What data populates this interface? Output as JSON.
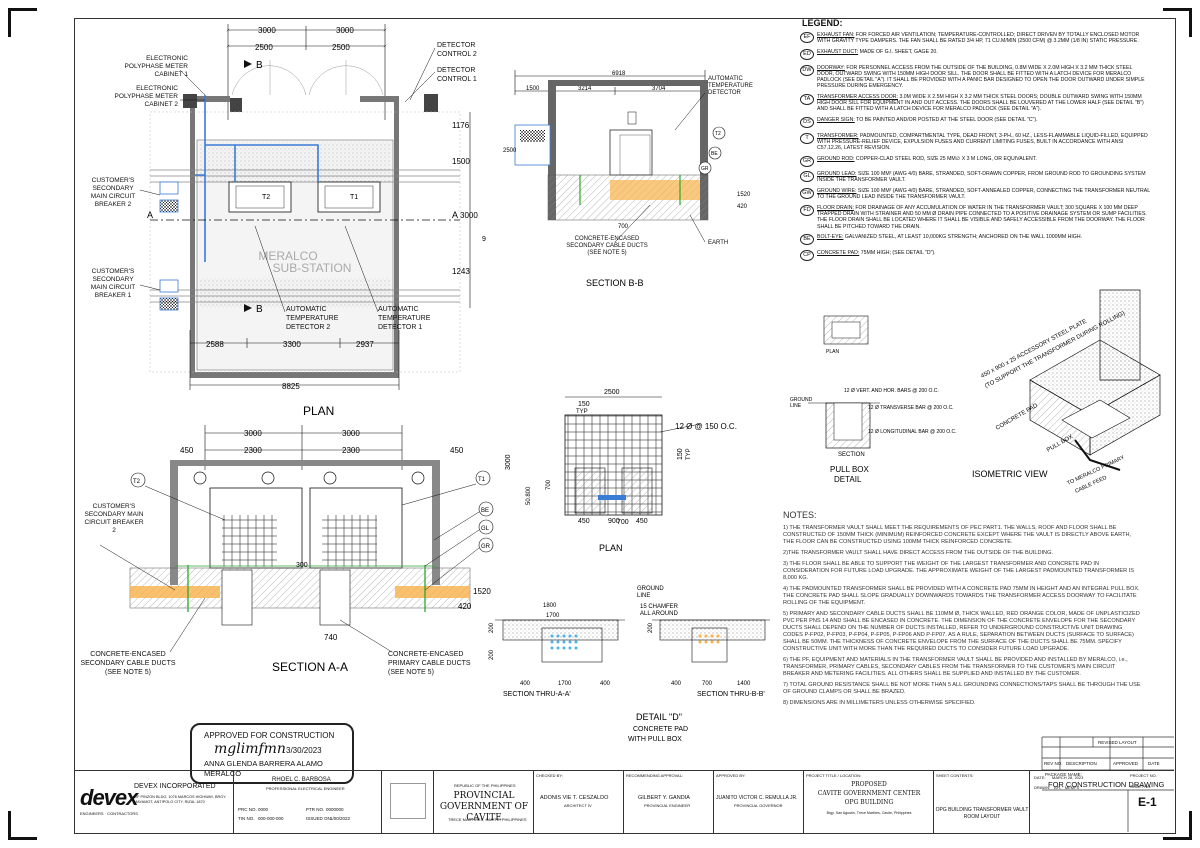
{
  "plan": {
    "title": "PLAN",
    "dims_top": [
      "3000",
      "3000",
      "2500",
      "2500"
    ],
    "dims_bottom": [
      "2588",
      "3300",
      "2937"
    ],
    "overall": "8825",
    "side_dims": [
      "1176",
      "1500",
      "3000",
      "1243",
      "9"
    ],
    "callouts": {
      "meter2": "ELECTRONIC POLYPHASE METER CABINET 1",
      "meter1": "ELECTRONIC POLYPHASE METER CABINET 2",
      "det2": "DETECTOR CONTROL 2",
      "det1": "DETECTOR CONTROL 1",
      "cb2": "CUSTOMER'S SECONDARY MAIN CIRCUIT BREAKER 2",
      "cb1": "CUSTOMER'S SECONDARY MAIN CIRCUIT BREAKER 1",
      "atd2": "AUTOMATIC TEMPERATURE DETECTOR 2",
      "atd1": "AUTOMATIC TEMPERATURE DETECTOR 1"
    },
    "watermark": "MERALCO SUB-STATION",
    "t2": "T2",
    "t1": "T1",
    "sec_a": "A",
    "sec_b": "B"
  },
  "section_bb": {
    "title": "SECTION B-B",
    "dims": [
      "6918",
      "1500",
      "3214",
      "3704",
      "2500",
      "1520",
      "420",
      "700"
    ],
    "callouts": {
      "atd": "AUTOMATIC TEMPERATURE DETECTOR",
      "duct": "CONCRETE-ENCASED SECONDARY CABLE DUCTS (SEE NOTE 5)",
      "earth": "EARTH"
    },
    "tags": [
      "T2",
      "BE",
      "GR"
    ]
  },
  "section_aa": {
    "title": "SECTION A-A",
    "dims": [
      "3000",
      "3000",
      "2300",
      "2300",
      "450",
      "450",
      "1520",
      "420",
      "740",
      "300"
    ],
    "callouts": {
      "cb2": "CUSTOMER'S SECONDARY MAIN CIRCUIT BREAKER 2",
      "sec_duct": "CONCRETE-ENCASED SECONDARY CABLE DUCTS (SEE NOTE 5)",
      "pri_duct": "CONCRETE-ENCASED PRIMARY CABLE DUCTS (SEE NOTE 5)"
    },
    "tags": [
      "T2",
      "T1",
      "BE",
      "GL",
      "GR"
    ]
  },
  "pad_plan": {
    "title": "PLAN",
    "dims": [
      "2500",
      "150",
      "TYP",
      "3000",
      "50.800",
      "700",
      "700",
      "450",
      "900",
      "450",
      "150",
      "TYP"
    ],
    "note": "12 Ø @ 150 O.C."
  },
  "detail_d": {
    "title": "DETAIL \"D\"",
    "sub1": "CONCRETE PAD",
    "sub2": "WITH PULL BOX",
    "sec1": "SECTION THRU-A-A'",
    "sec2": "SECTION THRU-B-B'",
    "dims1": [
      "1800",
      "1700",
      "400",
      "1700",
      "400",
      "200",
      "200"
    ],
    "dims2": [
      "400",
      "700",
      "1400",
      "200"
    ],
    "callouts": {
      "ground": "GROUND LINE",
      "chamfer": "15 CHAMFER ALL AROUND"
    }
  },
  "pull_box": {
    "title": "PULL BOX",
    "sub": "DETAIL",
    "plan": "PLAN",
    "section": "SECTION",
    "ground": "GROUND LINE",
    "bars1": "12 Ø VERT. AND HOR. BARS @ 200 O.C.",
    "bars2": "12 Ø TRANSVERSE BAR @ 200 O.C.",
    "bars3": "12 Ø LONGITUDINAL BAR @ 200 O.C."
  },
  "isometric": {
    "title": "ISOMETRIC VIEW",
    "plate": "450 x 900 x 25 ACCESSORY STEEL PLATE (TO SUPPORT THE TRANSFORMER DURING ROLLING)",
    "pad": "CONCRETE PAD",
    "pullbox": "PULL BOX",
    "primary": "TO MERALCO PRIMARY CABLE FEED"
  },
  "legend": {
    "title": "LEGEND:",
    "items": [
      {
        "code": "EF",
        "term": "EXHAUST FAN:",
        "text": " FOR FORCED AIR VENTILATION; TEMPERATURE-CONTROLLED; DIRECT DRIVEN BY TOTALLY ENCLOSED MOTOR WITH GRAVITY TYPE DAMPERS. THE FAN SHALL BE RATED 3/4 HP, 71 CU.M/MIN (2500 CFM) @ 3.2MM (1/8 IN) STATIC PRESSURE."
      },
      {
        "code": "ED",
        "term": "EXHAUST DUCT:",
        "text": " MADE OF G.I. SHEET, GAGE 20."
      },
      {
        "code": "DW",
        "term": "DOORWAY:",
        "text": " FOR PERSONNEL ACCESS FROM THE OUTSIDE OF THE BUILDING, 0.8M WIDE X 2.0M HIGH X 3.2 MM THICK STEEL DOOR, OUTWARD SWING WITH 150MM HIGH DOOR SILL. THE DOOR SHALL BE FITTED WITH A LATCH DEVICE FOR MERALCO PADLOCK (SEE DETAIL \"A\"). IT SHALL BE PROVIDED WITH A PANIC BAR DESIGNED TO OPEN THE DOOR OUTWARD UNDER SIMPLE PRESSURE DURING EMERGENCY."
      },
      {
        "code": "TA",
        "term": "TRANSFORMER ACCESS DOOR:",
        "text": " 3.0M WIDE X 2.5M HIGH X 3.2 MM THICK STEEL DOORS; DOUBLE OUTWARD SWING WITH 150MM HIGH DOOR SILL FOR EQUIPMENT IN AND OUT ACCESS. THE DOORS SHALL BE LOUVERED AT THE LOWER HALF (SEE DETAIL \"B\") AND SHALL BE FITTED WITH A LATCH DEVICE FOR MERALCO PADLOCK (SEE DETAIL \"A\")."
      },
      {
        "code": "DS",
        "term": "DANGER SIGN:",
        "text": " TO BE PAINTED AND/OR POSTED AT THE STEEL DOOR (SEE DETAIL \"C\")."
      },
      {
        "code": "T",
        "term": "TRANSFORMER:",
        "text": " PADMOUNTED, COMPARTMENTAL TYPE, DEAD FRONT, 3-PH., 60 HZ., LESS-FLAMMABLE LIQUID-FILLED, EQUIPPED WITH PRESSURE-RELIEF DEVICE, EXPULSION FUSES AND CURRENT LIMITING FUSES, BUILT IN ACCORDANCE WITH ANSI C57.12.26, LATEST REVISION."
      },
      {
        "code": "GR",
        "term": "GROUND ROD:",
        "text": " COPPER-CLAD STEEL ROD, SIZE 25 MM∅ X 3 M LONG, OR EQUIVALENT."
      },
      {
        "code": "GL",
        "term": "GROUND LEAD:",
        "text": " SIZE 100 MM² (AWG 4/0) BARE, STRANDED, SOFT-DRAWN COPPER, FROM GROUND ROD TO GROUNDING SYSTEM INSIDE THE TRANSFORMER VAULT."
      },
      {
        "code": "GW",
        "term": "GROUND WIRE:",
        "text": " SIZE 100 MM² (AWG 4/0) BARE, STRANDED, SOFT-ANNEALED COPPER, CONNECTING THE TRANSFORMER NEUTRAL TO THE GROUND LEAD INSIDE THE TRANSFORMER VAULT."
      },
      {
        "code": "FD",
        "term": "FLOOR DRAIN:",
        "text": " FOR DRAINAGE OF ANY ACCUMULATION OF WATER IN THE TRANSFORMER VAULT; 300 SQUARE X 100 MM DEEP TRAPPED DRAIN WITH STRAINER AND 50 MM Ø DRAIN PIPE CONNECTED TO A POSITIVE DRAINAGE SYSTEM OR SUMP FACILITIES. THE FLOOR DRAIN SHALL BE LOCATED WHERE IT SHALL BE VISIBLE AND SAFELY ACCESSIBLE FROM THE DOORWAY. THE FLOOR SHALL BE PITCHED TOWARD THE DRAIN."
      },
      {
        "code": "BE",
        "term": "BOLT-EYE:",
        "text": " GALVANIZED STEEL, AT LEAST 10,000KG STRENGTH; ANCHORED ON THE WALL 1000MM HIGH."
      },
      {
        "code": "CP",
        "term": "CONCRETE PAD:",
        "text": " 75MM HIGH; (SEE DETAIL \"D\")."
      }
    ]
  },
  "notes": {
    "title": "NOTES:",
    "items": [
      "1)   THE TRANSFORMER VAULT SHALL MEET THE REQUIREMENTS OF PEC PART1. THE WALLS, ROOF AND FLOOR SHALL BE CONSTRUCTED OF 150MM THICK (MINIMUM) REINFORCED CONCRETE EXCEPT WHERE THE VAULT IS DIRECTLY ABOVE EARTH, THE FLOOR CAN BE CONSTRUCTED USING 100MM THICK REINFORCED CONCRETE.",
      "2)THE TRANSFORMER VAULT SHALL HAVE DIRECT ACCESS FROM THE OUTSIDE OF THE BUILDING.",
      "3)   THE FLOOR SHALL BE ABLE TO SUPPORT THE WEIGHT OF THE LARGEST TRANSFORMER AND CONCRETE PAD IN CONSIDERATION FOR FUTURE LOAD UPGRADE. THE APPROXIMATE WEIGHT OF THE LARGEST PADMOUNTED TRANSFORMER IS 8,000 KG.",
      "4)   THE PADMOUNTED TRANSFORMER SHALL BE PROVIDED WITH A CONCRETE PAD 75MM IN HEIGHT AND AN INTEGRAL PULL BOX. THE CONCRETE PAD SHALL SLOPE GRADUALLY DOWNWARDS TOWARDS THE TRANSFORMER ACCESS DOORWAY TO FACILITATE ROLLING OF THE EQUIPMENT.",
      "5)   PRIMARY AND SECONDARY CABLE DUCTS SHALL BE 110MM Ø, THICK WALLED, RED ORANGE COLOR, MADE OF UNPLASTICIZED PVC PER PNS 14 AND SHALL BE ENCASED IN CONCRETE. THE DIMENSION OF THE CONCRETE ENVELOPE FOR THE SECONDARY DUCTS SHALL DEPEND ON THE NUMBER OF DUCTS INSTALLED, REFER TO UNDERGROUND CONSTRUCTIVE UNIT DRAWING CODES P-FP02, P-FP03, P-FP04, P-FP05, P-FP06 AND P-FP07. AS A RULE, SEPARATION BETWEEN DUCTS (SURFACE TO SURFACE) SHALL BE 50MM. THE THICKNESS OF CONCRETE ENVELOPE FROM THE SURFACE OF THE DUCTS SHALL BE 75MM. SPECIFY CONSTRUCTIVE UNIT WITH MORE THAN THE REQUIRED DUCTS TO CONSIDER FUTURE LOAD UPGRADE.",
      "6)   THE PF, EQUIPMENT AND MATERIALS IN THE TRANSFORMER VAULT SHALL BE PROVIDED AND INSTALLED BY MERALCO, i.e., TRANSFORMER, PRIMARY CABLES, SECONDARY CABLES FROM THE TRANSFORMER TO THE CUSTOMER'S MAIN CIRCUIT BREAKER AND METERING FACILITIES. ALL OTHERS SHALL BE SUPPLIED AND INSTALLED BY THE CUSTOMER.",
      "7)   TOTAL GROUND RESISTANCE SHALL BE NOT MORE THAN 5   ALL GROUNDING CONNECTIONS/TAPS SHALL BE THROUGH THE USE OF GROUND CLAMPS OR SHALL BE BRAZED.",
      "8)   DIMENSIONS ARE IN MILLIMETERS UNLESS OTHERWISE SPECIFIED."
    ]
  },
  "approval": {
    "title": "APPROVED FOR CONSTRUCTION",
    "signature": "mglimfmn",
    "date": "3/30/2023",
    "name": "ANNA GLENDA BARRERA ALAMO",
    "org": "MERALCO"
  },
  "titleblock": {
    "company": "DEVEX INCORPORATED",
    "logo": "devex",
    "logo_sub": "ENGINEERS · CONTRACTORS",
    "company_addr": "2/F PINZON BLDG, 1076 MARCOS HIGHWAY, BRGY. MAYAMOT, ANTIPOLO CITY, RIZAL 1870",
    "engineer": "RHOEL C. BARBOSA",
    "engineer_role": "PROFESSIONAL ELECTRICAL ENGINEER",
    "prc": "PRC NO.",
    "prc_val": "0000",
    "ptr": "PTR NO.",
    "ptr_val": "0000000",
    "tin": "TIN NO.",
    "tin_val": "000-000-000",
    "issued": "ISSUED ON",
    "issued_val": "1/00/2022",
    "owner_hdr": "REPUBLIC OF THE PHILIPPINES",
    "owner": "PROVINCIAL GOVERNMENT OF CAVITE",
    "owner_addr": "TRECE MARTIRES, CAVITE, PHILIPPINES",
    "checked_hdr": "CHECKED BY:",
    "checked": "ADONIS VIE T. CESZALDO",
    "checked_role": "ARCHITECT IV",
    "rec_hdr": "RECOMMENDING APPROVAL:",
    "rec": "GILBERT Y. GANDIA",
    "rec_role": "PROVINCIAL ENGINEER",
    "app_hdr": "APPROVED BY:",
    "app": "JUANITO VICTOR C. REMULLA JR.",
    "app_role": "PROVINCIAL GOVERNOR",
    "project_hdr": "PROJECT TITLE / LOCATION:",
    "project1": "PROPOSED",
    "project2": "CAVITE GOVERNMENT CENTER",
    "project3": "OPG BUILDING",
    "project_loc": "Brgy. San Agustin, Trece Martires, Cavite, Philippines",
    "sheet_hdr": "SHEET CONTENTS:",
    "sheet1": "OPG BUILDING TRANSFORMER VAULT",
    "sheet2": "ROOM LAYOUT",
    "package_hdr": "PACKAGE NAME:",
    "package": "FOR CONSTRUCTION DRAWING",
    "date_lbl": "DATE:",
    "date_val": "MARCH 28, 2023",
    "drawn_lbl": "DRAWN:",
    "drawn_val": "AFL · MEMFS",
    "sheet_no_hdr": "SHEET NO.",
    "sheet_no": "E-1",
    "project_no_hdr": "PROJECT NO.",
    "rev_hdr": [
      "REV NO.",
      "DESCRIPTION",
      "APPROVED",
      "DATE"
    ],
    "rev_title": "REVISED LAYOUT"
  }
}
